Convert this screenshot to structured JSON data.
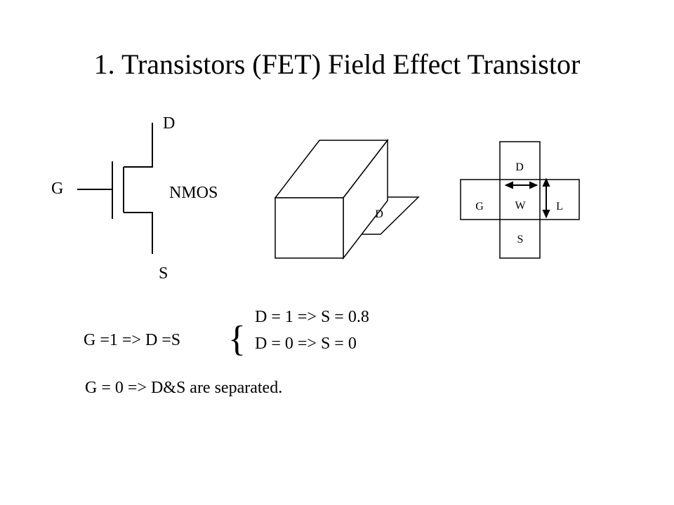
{
  "slide": {
    "title": "1. Transistors (FET)  Field Effect Transistor"
  },
  "symbol": {
    "drain_label": "D",
    "gate_label": "G",
    "source_label": "S",
    "type_label": "NMOS"
  },
  "device_3d": {
    "drain_label": "D"
  },
  "layout_cross": {
    "drain_label": "D",
    "gate_label": "G",
    "width_label": "W",
    "length_label": "L",
    "source_label": "S"
  },
  "rules": {
    "g1": "G =1  => D =S",
    "brace": "{",
    "case1": "D = 1  =>  S = 0.8",
    "case2": "D = 0  =>  S = 0",
    "g0": "G = 0 =>  D&S are separated."
  },
  "colors": {
    "background": "#ffffff",
    "ink": "#000000"
  }
}
